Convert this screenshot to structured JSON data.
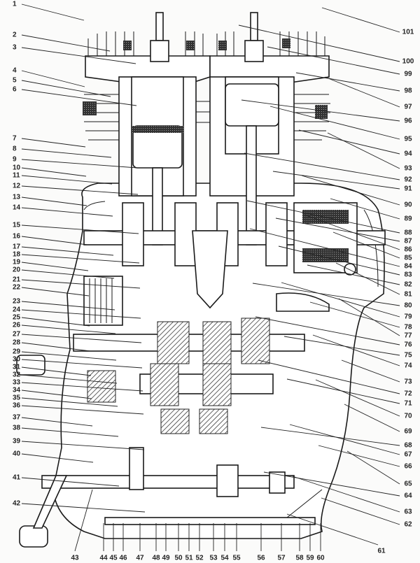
{
  "diagram": {
    "title": "Engine cross-section with numbered part callouts",
    "callouts": [
      "1",
      "2",
      "3",
      "4",
      "5",
      "6",
      "7",
      "8",
      "9",
      "10",
      "11",
      "12",
      "13",
      "14",
      "15",
      "16",
      "17",
      "18",
      "19",
      "20",
      "21",
      "22",
      "23",
      "24",
      "25",
      "26",
      "27",
      "28",
      "29",
      "30",
      "31",
      "32",
      "33",
      "34",
      "35",
      "36",
      "37",
      "38",
      "39",
      "40",
      "41",
      "42",
      "43",
      "44",
      "45",
      "46",
      "47",
      "48",
      "49",
      "50",
      "51",
      "52",
      "53",
      "54",
      "55",
      "56",
      "57",
      "58",
      "59",
      "60",
      "61",
      "62",
      "63",
      "64",
      "65",
      "66",
      "67",
      "68",
      "69",
      "70",
      "71",
      "72",
      "73",
      "74",
      "75",
      "76",
      "77",
      "78",
      "79",
      "80",
      "81",
      "82",
      "83",
      "84",
      "85",
      "86",
      "87",
      "88",
      "89",
      "90",
      "91",
      "92",
      "93",
      "94",
      "95",
      "96",
      "97",
      "98",
      "99",
      "100",
      "101"
    ]
  }
}
